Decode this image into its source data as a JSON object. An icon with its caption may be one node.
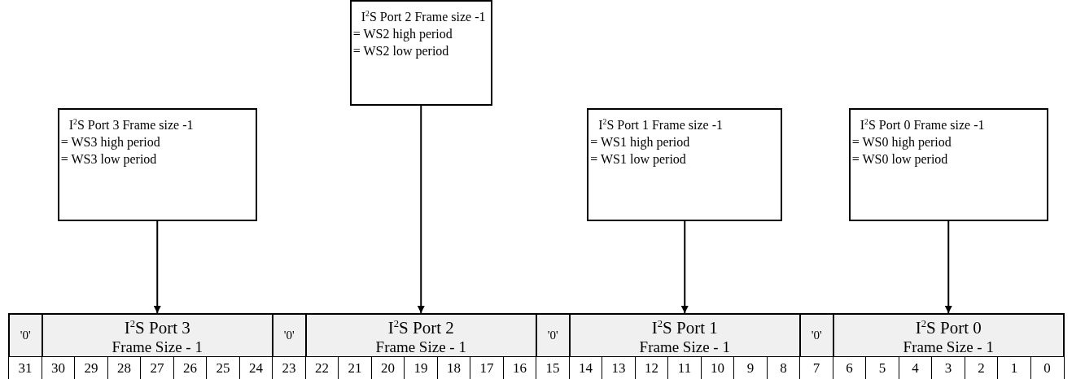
{
  "diagram": {
    "nodes": [
      {
        "text": [
          "I$^{2}$S Port 2 Frame size -1",
          "= WS2 high period",
          "= WS2 low period"
        ]
      },
      {
        "text": [
          "I$^{2}$S Port 3 Frame size -1",
          "= WS3 high period",
          "= WS3 low period"
        ]
      },
      {
        "text": [
          "I$^{2}$S Port 1 Frame size -1",
          "= WS1 high period",
          "= WS1 low period"
        ]
      },
      {
        "text": [
          "I$^{2}$S Port 0 Frame size -1",
          "= WS0 high period",
          "= WS0 low period"
        ]
      },
      {
        "text": [
          "'0'"
        ]
      },
      {
        "text": [
          "I$^{2}$S Port 3",
          "Frame Size - 1"
        ]
      },
      {
        "text": [
          "'0'"
        ]
      },
      {
        "text": [
          "I$^{2}$S Port 2",
          "Frame Size - 1"
        ]
      },
      {
        "text": [
          "'0'"
        ]
      },
      {
        "text": [
          "I$^{2}$S Port 1",
          "Frame Size - 1"
        ]
      },
      {
        "text": [
          "'0'"
        ]
      },
      {
        "text": [
          "I$^{2}$S Port 0",
          "Frame Size - 1"
        ]
      }
    ],
    "edges": [
      {
        "from": 1,
        "to": 5,
        "arrow": "to"
      },
      {
        "from": 0,
        "to": 7,
        "arrow": "to"
      },
      {
        "from": 2,
        "to": 9,
        "arrow": "to"
      },
      {
        "from": 3,
        "to": 11,
        "arrow": "to"
      }
    ],
    "labels": [
      "31",
      "30",
      "29",
      "28",
      "27",
      "26",
      "25",
      "24",
      "23",
      "22",
      "21",
      "20",
      "19",
      "18",
      "17",
      "16",
      "15",
      "14",
      "13",
      "12",
      "11",
      "10",
      "9",
      "8",
      "7",
      "6",
      "5",
      "4",
      "3",
      "2",
      "1",
      "0"
    ]
  }
}
